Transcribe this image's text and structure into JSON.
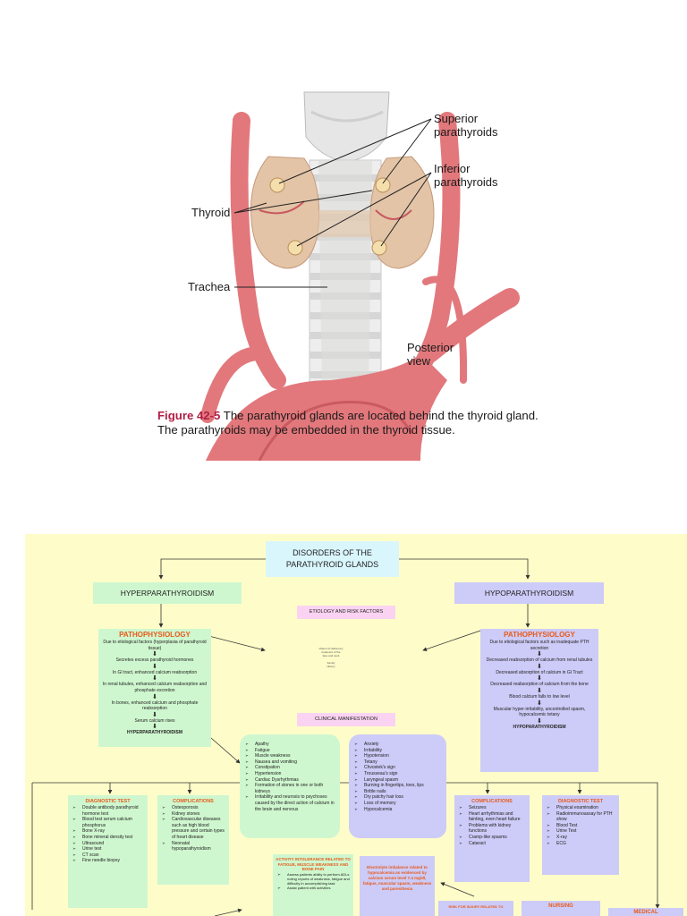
{
  "figure": {
    "labels": {
      "superior": "Superior\nparathyroids",
      "inferior": "Inferior\nparathyroids",
      "thyroid": "Thyroid",
      "trachea": "Trachea",
      "posterior": "Posterior\nview"
    },
    "caption_fig": "Figure 42-5",
    "caption_text": " The parathyroid glands are located behind the thyroid gland. The parathyroids may be embedded in the thyroid tissue."
  },
  "map": {
    "title": "DISORDERS OF THE PARATHYROID GLANDS",
    "hyper": "HYPERPARATHYROIDISM",
    "hypo": "HYPOPARATHYROIDISM",
    "etiology": "ETIOLOGY AND RISK FACTORS",
    "etiology_items": [
      "Vitamin D deficiency",
      "treatment of the",
      "face and neck",
      "Family",
      "History"
    ],
    "clinical": "CLINICAL MANIFESTATION",
    "patho_title": "PATHOPHYSIOLOGY",
    "hyper_patho": [
      "Due to etiological factors (hyperplasia of parathyroid tissue)",
      "Secretes excess parathyroid hormones",
      "In GI tract, enhanced calcium reabsorption",
      "In renal tubules, enhanced calcium reabsorption and phosphate excretion",
      "In bones, enhanced calcium and phosphate reabsorption",
      "Serum calcium rises",
      "HYPERPARATHYROIDISM"
    ],
    "hypo_patho": [
      "Due to etiological factors such as inadequate PTH secretion",
      "Decreased reabsorption of calcium from renal tubules",
      "Decreased absorption of calcium in GI Tract",
      "Decreased reabsorption of calcium from the bone",
      "Blood calcium falls to low level",
      "Muscular hyper-irritability, uncontrolled spasm, hypocalcemic tetany",
      "HYPOPARATHYROIDISM"
    ],
    "hyper_manifest": [
      "Apathy",
      "Fatigue",
      "Muscle weakness",
      "Nausea and vomiting",
      "Constipation",
      "Hypertension",
      "Cardiac Dysrhythmias",
      "Formation of stones in one or both kidneys",
      "Irritability and neurosis to psychoses caused by the direct action of calcium in the brain and nervous"
    ],
    "hypo_manifest": [
      "Anxiety",
      "Irritability",
      "Hypotension",
      "Tetany",
      "Chvostek's sign",
      "Trousseau's sign",
      "Laryngeal spasm",
      "Burning in fingertips, toes, lips",
      "Brittle nails",
      "Dry patchy hair loss",
      "Loss of memory",
      "Hypocalcemia"
    ],
    "diag_title": "DIAGNOSTIC TEST",
    "comp_title": "COMPLICATIONS",
    "hyper_diag": [
      "Double antibody parathyroid hormone test",
      "Blood test serum calcium phosphorus",
      "Bone X-ray",
      "Bone mineral density test",
      "Ultrasound",
      "Urine test",
      "CT scan",
      "Fine needle biopsy"
    ],
    "hyper_comp": [
      "Osteoporosis",
      "Kidney stones",
      "Cardiovascular diseases such as high blood pressure and certain types of heart disease",
      "Neonatal hypoparathyroidism"
    ],
    "hypo_comp": [
      "Seizures",
      "Heart arrhythmias and fainting, even heart failure",
      "Problems with kidney functions",
      "Cramp-like spasms",
      "Cataract"
    ],
    "hypo_diag": [
      "Physical examination",
      "Radioimmunoassay for PTH show",
      "Blood Test",
      "Urine Test",
      "X-ray",
      "ECG"
    ],
    "activity_title": "ACTIVITY INTOLERANCE RELATED TO FATIGUE, MUSCLE WEAKNESS AND BONE PAIN",
    "activity_items": [
      "Assess patients ability to perform ADLs noting reports of weakness, fatigue and difficulty in accomplishing task",
      "Assist patient with activities"
    ],
    "electrolyte": "Electrolyte imbalance related to hypocalcemia as evidenced by calcium serum level 7.4 mg/dl, fatigue, muscular spasm, weakness and paresthesia",
    "nursing": "NURSING",
    "medical": "MEDICAL",
    "bottom_mid": "RISK FOR INJURY RELATED TO",
    "colors": {
      "bg": "#fefdc9",
      "green": "#cff7cf",
      "purple": "#cdcbf7",
      "pink": "#fbd3f2",
      "orange": "#e75a1a",
      "artery": "#e2787c"
    }
  }
}
